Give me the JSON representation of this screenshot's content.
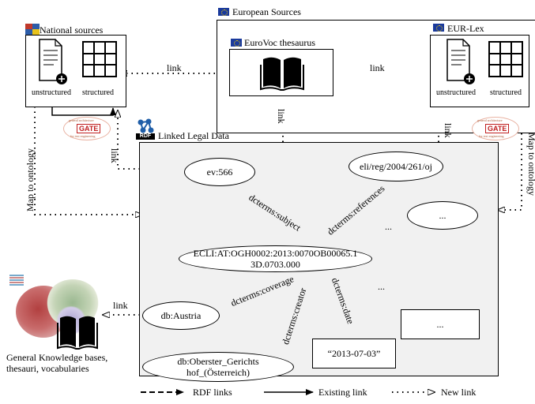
{
  "sources": {
    "national": "National sources",
    "european": "European Sources",
    "eurovoc": "EuroVoc thesaurus",
    "eurlex": "EUR-Lex",
    "unstructured": "unstructured",
    "structured": "structured"
  },
  "linked": {
    "title": "Linked Legal Data",
    "rdf_badge": "RDF"
  },
  "nodes": {
    "ev": "ev:566",
    "eli": "eli/reg/2004/261/oj",
    "ellipsis_top": "...",
    "ecli_line1": "ECLI:AT:OGH0002:2013:0070OB00065.1",
    "ecli_line2": "3D.0703.000",
    "austria": "db:Austria",
    "oberster_line1": "db:Oberster_Gerichts",
    "oberster_line2": "hof_(Österreich)",
    "date_value": "“2013-07-03”",
    "ellipsis_bottom": "..."
  },
  "edges": {
    "subject": "dcterms:subject",
    "references": "dcterms:references",
    "coverage": "dcterms:coverage",
    "creator": "dcterms:creator",
    "date": "dcterms:date",
    "dots_upper": "...",
    "dots_lower": "..."
  },
  "links": {
    "link": "link",
    "map_to_ontology": "Map to ontology"
  },
  "gate": {
    "top": "general architecture",
    "brand": "GATE",
    "bottom": "for text engineering"
  },
  "knowledge": {
    "line1": "General Knowledge bases,",
    "line2": "thesauri, vocabularies"
  },
  "legend": {
    "rdf_links": "RDF links",
    "existing_link": "Existing link",
    "new_link": "New link"
  }
}
